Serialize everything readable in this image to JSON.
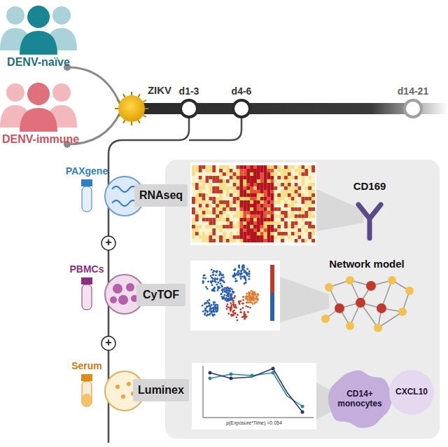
{
  "diagram": {
    "nodes": [
      {
        "text": [
          "RNAseq"
        ]
      },
      {
        "text": [
          "CyTOF"
        ]
      },
      {
        "text": [
          "Luminex"
        ]
      },
      {
        "text": [
          "CD14+ monocytes"
        ]
      },
      {
        "text": [
          "CXCL10"
        ]
      }
    ],
    "labels": [
      "DENV-naïve",
      "DENV-immune",
      "ZIKV",
      "d1-3",
      "d4-6",
      "d14-21",
      "PAXgene",
      "PBMCs",
      "Serum",
      "+",
      "+",
      "CD169",
      "Network model",
      "p(Exposure*Time) =0.054"
    ]
  }
}
